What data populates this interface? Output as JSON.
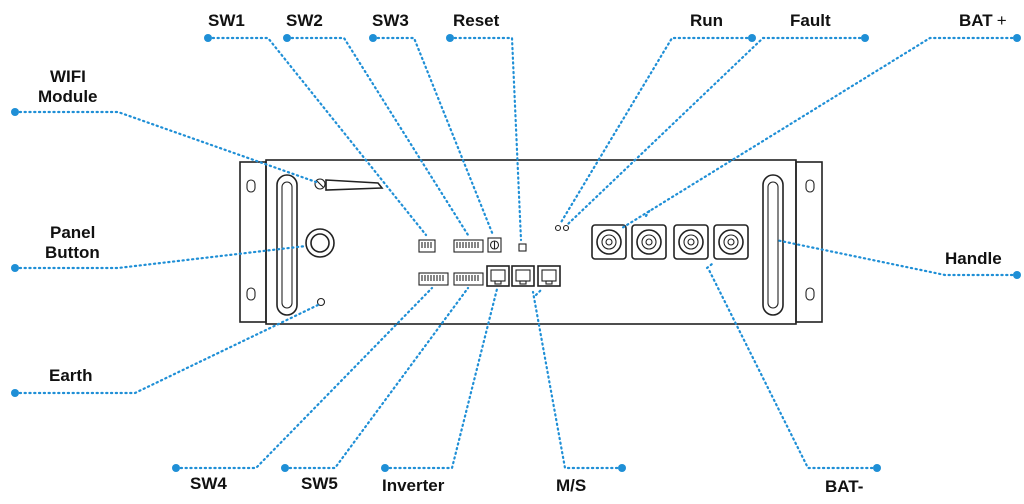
{
  "labels": {
    "sw1": "SW1",
    "sw2": "SW2",
    "sw3": "SW3",
    "reset": "Reset",
    "run": "Run",
    "fault": "Fault",
    "bat_plus": "BAT",
    "bat_plus_sign": "+",
    "wifi_line1": "WIFI",
    "wifi_line2": "Module",
    "panel_line1": "Panel",
    "panel_line2": "Button",
    "handle": "Handle",
    "earth": "Earth",
    "sw4": "SW4",
    "sw5": "SW5",
    "inverter": "Inverter",
    "ms": "M/S",
    "bat_minus": "BAT-"
  },
  "colors": {
    "leader": "#1f8fd6",
    "outline": "#222222",
    "text": "#111111"
  }
}
